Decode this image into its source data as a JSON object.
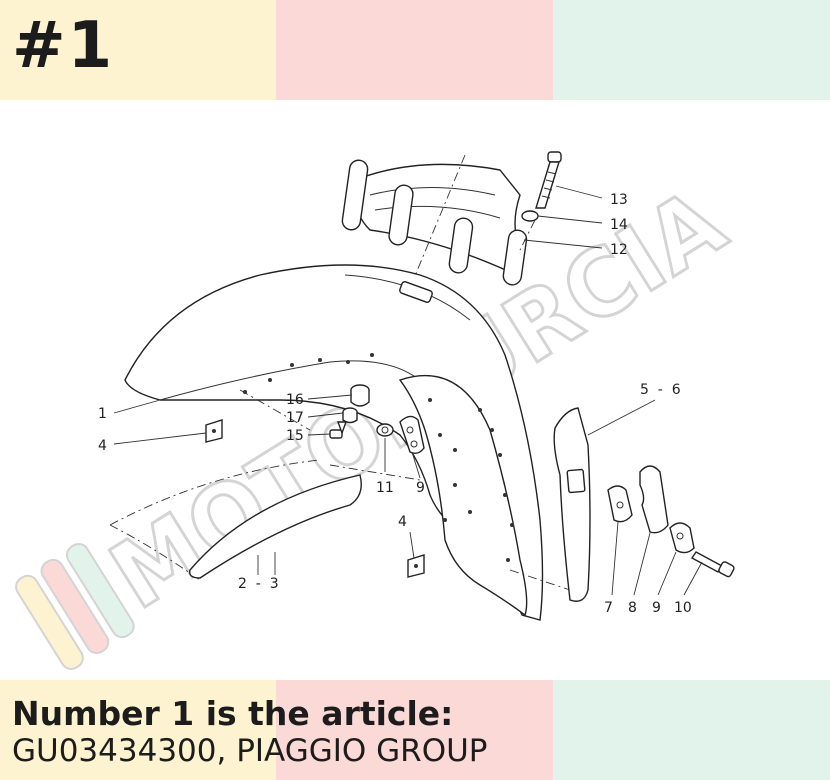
{
  "badge": "#1",
  "caption": {
    "line1": "Number 1 is the article:",
    "line2": "GU03434300, PIAGGIO GROUP"
  },
  "watermark": {
    "text": "MOTOMURCIA",
    "stripe_colors": [
      "#fdf3d0",
      "#fbd9d7",
      "#e2f3ec"
    ]
  },
  "colors": {
    "band_yellow": "#fdf3d0",
    "band_pink": "#fbd9d7",
    "band_mint": "#e2f3ec",
    "text": "#1c1c1c"
  },
  "callouts": {
    "c1": "1",
    "c4a": "4",
    "c16": "16",
    "c17": "17",
    "c15": "15",
    "c11": "11",
    "c9a": "9",
    "c4b": "4",
    "c23": "2  -  3",
    "c56": "5  -  6",
    "c7": "7",
    "c8": "8",
    "c9b": "9",
    "c10": "10",
    "c13": "13",
    "c14": "14",
    "c12": "12"
  }
}
